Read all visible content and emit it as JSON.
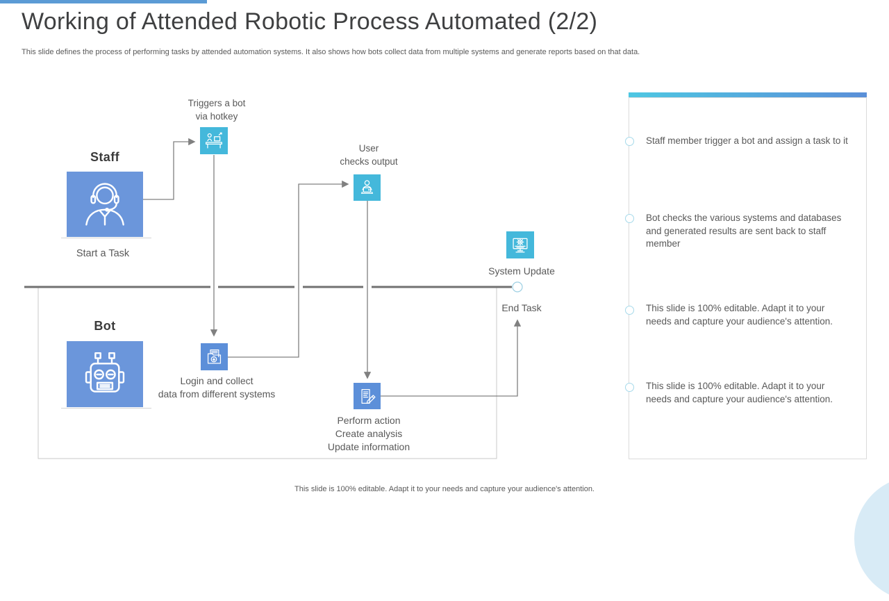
{
  "slide": {
    "title": "Working of Attended Robotic Process Automated (2/2)",
    "subtitle": "This slide defines the process of performing tasks by attended automation systems. It also shows how bots collect data from multiple systems and generate reports based on that data.",
    "footer": "This slide is 100% editable. Adapt it to your needs and capture your audience's attention."
  },
  "diagram": {
    "staff_lane_label": "Staff",
    "bot_lane_label": "Bot",
    "start_task_label": "Start a Task",
    "trigger_label": "Triggers a bot\nvia hotkey",
    "user_checks_label": "User\nchecks output",
    "system_update_label": "System Update",
    "end_task_label": "End Task",
    "login_label": "Login and collect\ndata from different systems",
    "perform_label": "Perform action\nCreate analysis\nUpdate information",
    "icons": {
      "staff": "headset-agent-icon",
      "bot": "robot-icon",
      "trigger": "hotkey-desk-icon",
      "user_checks": "user-laptop-icon",
      "system_update": "monitor-gear-icon",
      "login": "folder-download-icon",
      "perform": "document-edit-icon"
    }
  },
  "panel": {
    "bullets": [
      "Staff member trigger a bot and assign a task to it",
      "Bot checks the various systems and databases and generated results are sent back to staff member",
      "This slide is 100% editable. Adapt it to your needs and capture your audience's attention.",
      "This slide is 100% editable. Adapt it to your needs and capture your audience's attention."
    ]
  },
  "colors": {
    "accent_blue": "#5B9BD5",
    "box_blue": "#6B96DB",
    "icon_cyan": "#44B8DB",
    "icon_blue": "#5C8FD9",
    "line_gray": "#808080",
    "divider_gray": "#717171",
    "lane_border": "#C9C9C9",
    "text_dark": "#3F4041",
    "text_gray": "#595959",
    "panel_border": "#DBDBDB",
    "bullet_ring": "#A5D9EA",
    "accent_gradient_start": "#4EC7E2",
    "accent_gradient_end": "#5A8FD8",
    "corner_circle": "#D8EBF6"
  }
}
